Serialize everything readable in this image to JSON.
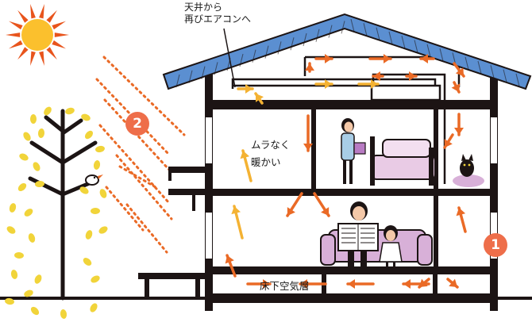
{
  "labels": {
    "ceiling_line1": "天井から",
    "ceiling_line2": "再びエアコンへ",
    "even_line1": "ムラなく",
    "even_line2": "暖かい",
    "underfloor": "床下空気層"
  },
  "badges": {
    "one": "1",
    "two": "2"
  },
  "colors": {
    "roof": "#5b8fd1",
    "structure": "#1c1414",
    "arrow_orange": "#ea6a26",
    "arrow_yellow": "#f4b233",
    "sun": "#fbc02d",
    "sun_rays": "#e8541c",
    "badge": "#ee6e4a",
    "leaves": "#f1d43a",
    "sofa": "#d8b0d8",
    "bed": "#e9cbe5"
  },
  "icons": [
    "sun-icon",
    "tree-icon",
    "bird-icon",
    "cat-icon",
    "sofa-icon",
    "bed-icon",
    "person-icon"
  ]
}
